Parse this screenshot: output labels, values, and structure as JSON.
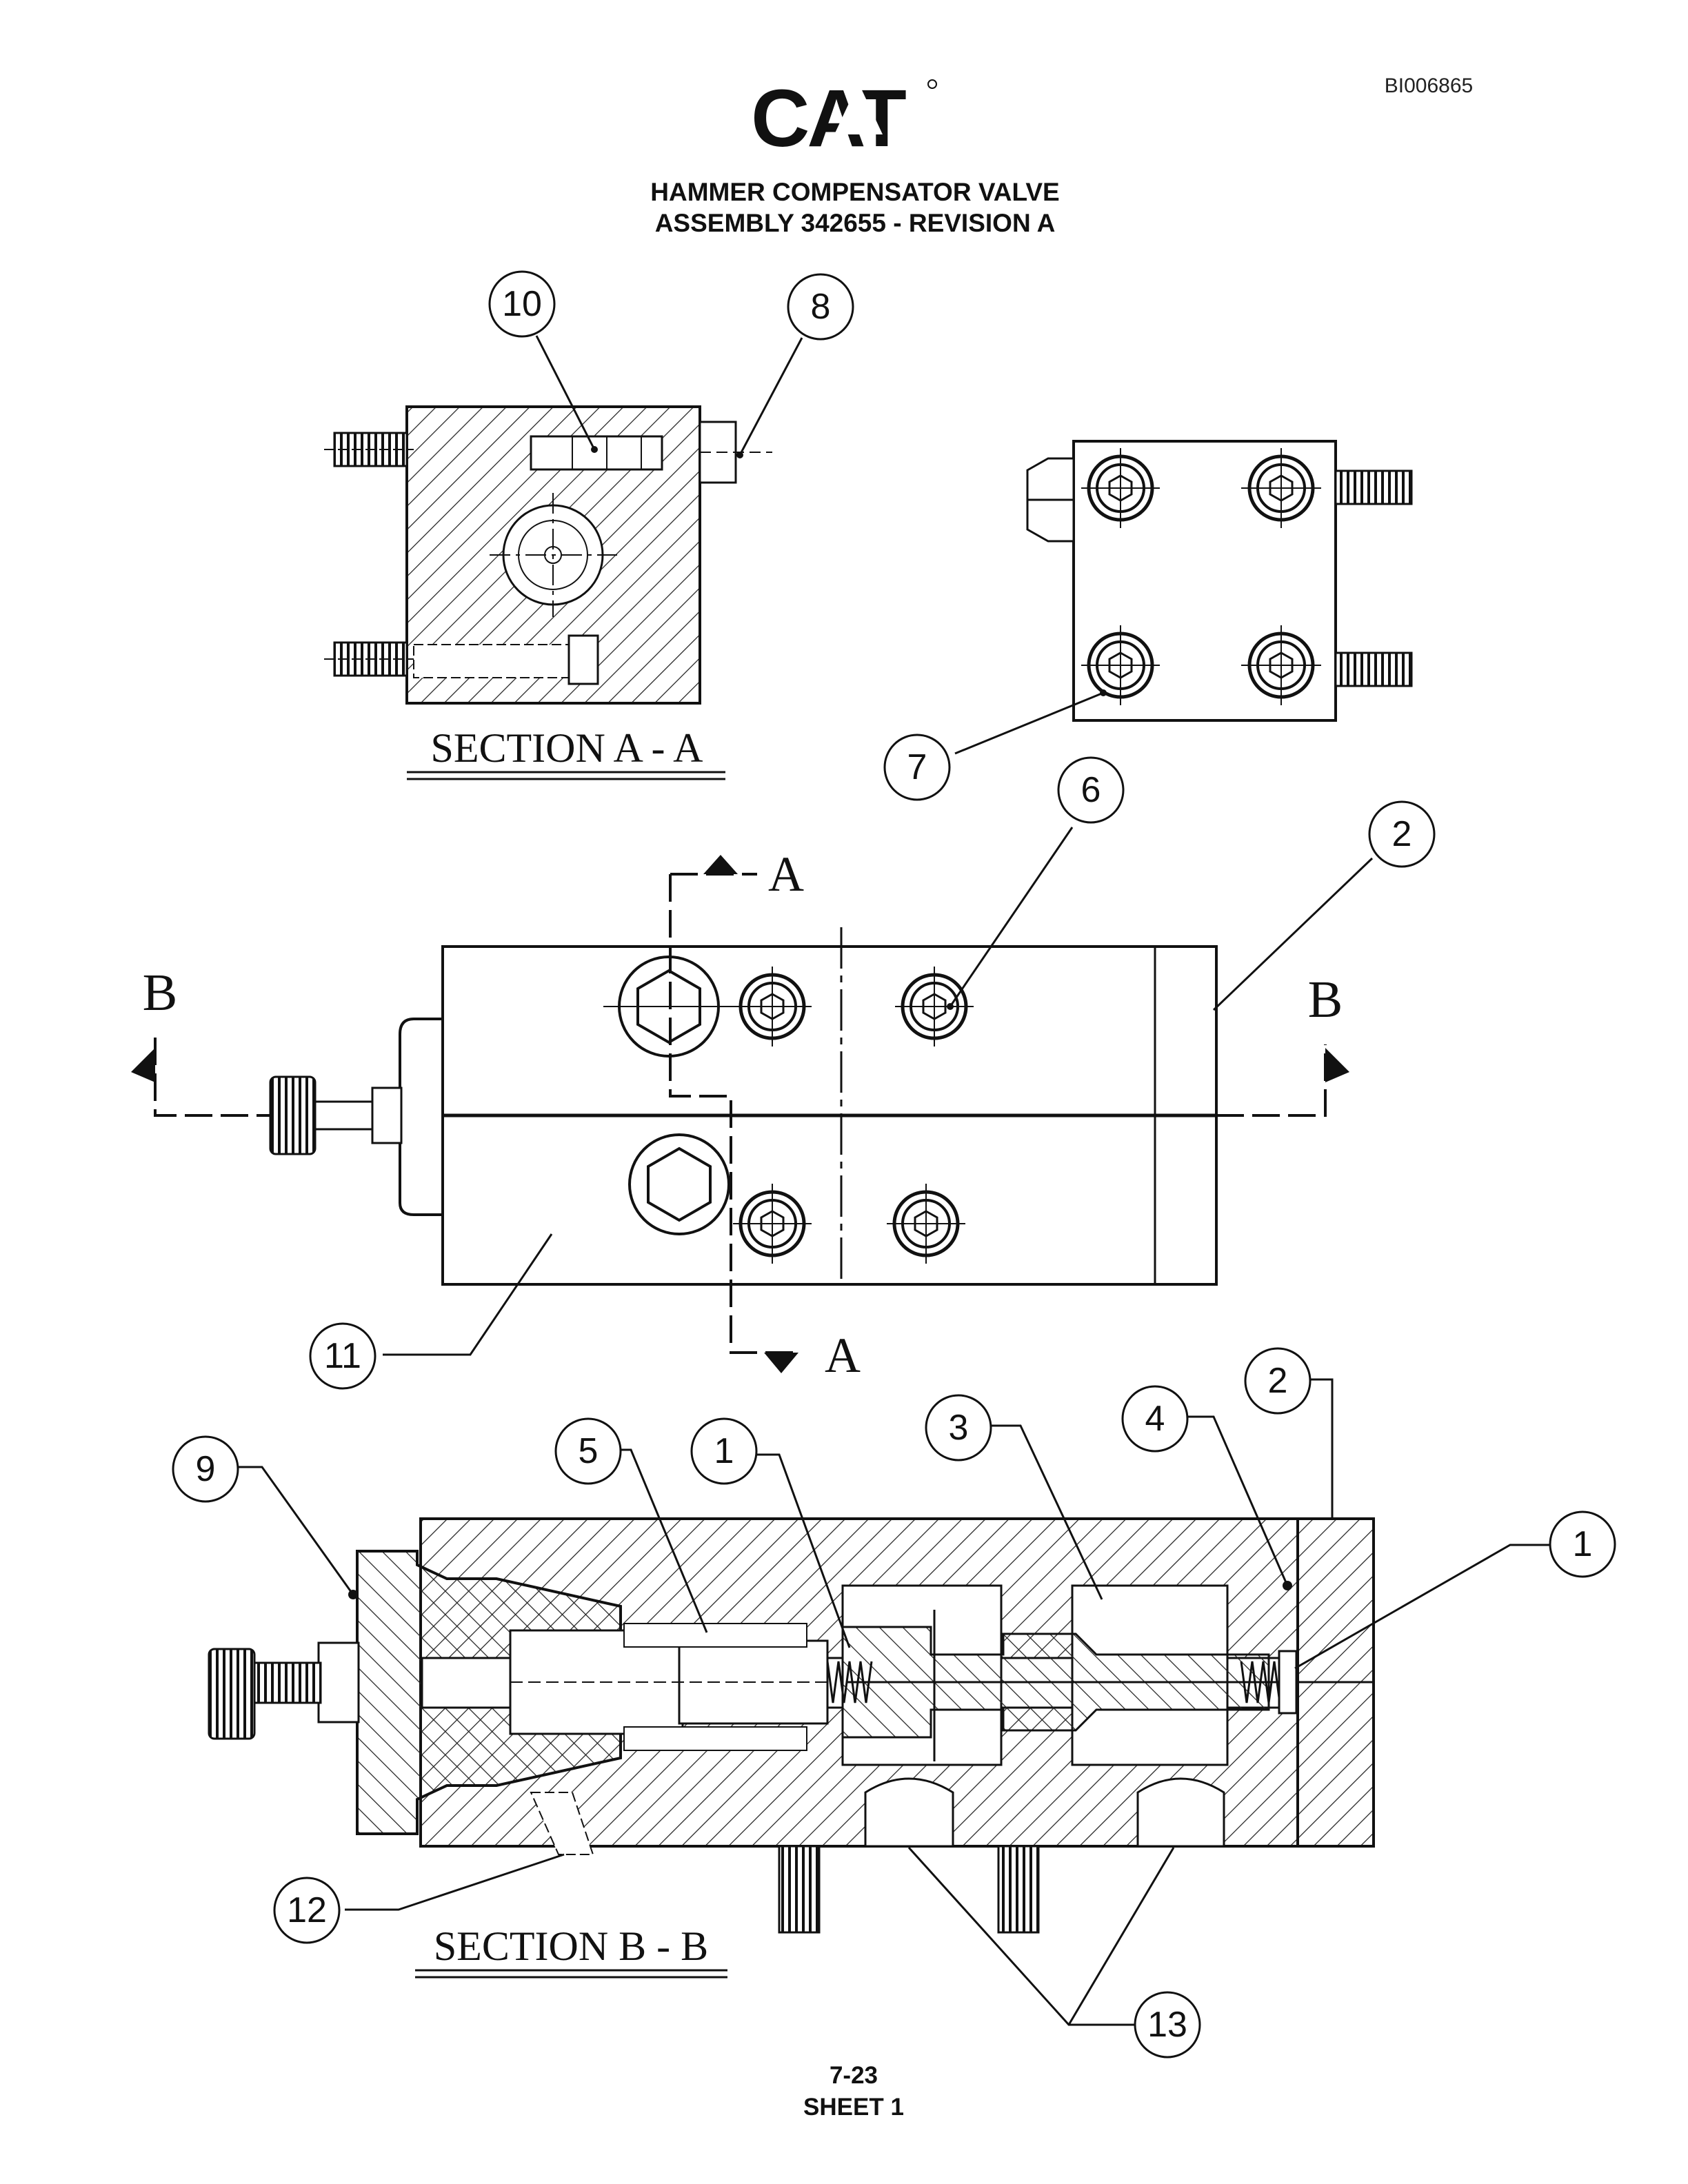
{
  "header": {
    "logo_text": "CAT",
    "doc_id": "BI006865",
    "title_line1": "HAMMER COMPENSATOR VALVE",
    "title_line2": "ASSEMBLY 342655 - REVISION A"
  },
  "views": {
    "section_aa_label": "SECTION A - A",
    "section_bb_label": "SECTION B - B",
    "cut_a_letter": "A",
    "cut_b_letter": "B"
  },
  "callouts": {
    "aa_10": "10",
    "aa_8": "8",
    "end_7": "7",
    "top_6": "6",
    "top_2": "2",
    "top_11": "11",
    "bb_9": "9",
    "bb_5": "5",
    "bb_1_left": "1",
    "bb_3": "3",
    "bb_4": "4",
    "bb_2": "2",
    "bb_1_right": "1",
    "bb_12": "12",
    "bb_13": "13"
  },
  "footer": {
    "page_number": "7-23",
    "sheet": "SHEET 1"
  }
}
